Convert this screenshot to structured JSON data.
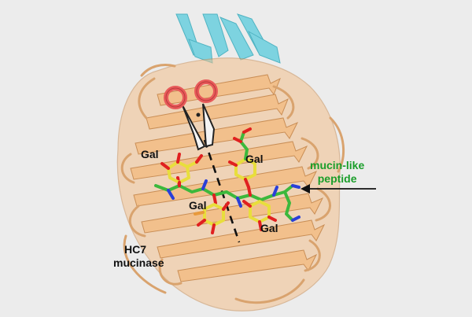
{
  "labels": {
    "gal_1": "Gal",
    "gal_2": "Gal",
    "gal_3": "Gal",
    "gal_4": "Gal",
    "enzyme_line1": "HC7",
    "enzyme_line2": "mucinase",
    "peptide_line1": "mucin-like",
    "peptide_line2": "peptide"
  },
  "colors": {
    "background": "#ececec",
    "protein": "#f2c08c",
    "protein_edge": "#c98e56",
    "partner_domain": "#7dd3e0",
    "peptide_label": "#1a9e2a",
    "carbon_green": "#3cb83c",
    "carbon_yellow": "#e8de3c",
    "oxygen": "#e02020",
    "nitrogen": "#2a3fd8",
    "scissors_handle": "#e85a5a"
  },
  "icons": {
    "scissors": "scissors-icon",
    "arrow": "arrow-left-icon"
  }
}
